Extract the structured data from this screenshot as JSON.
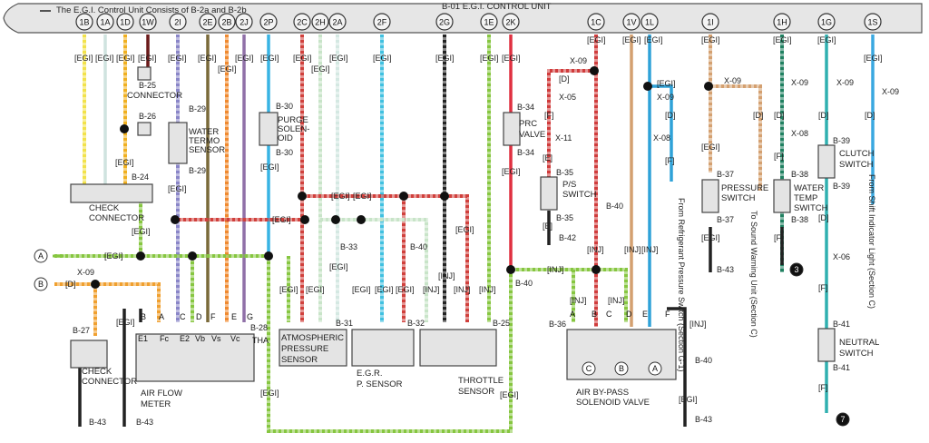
{
  "header": {
    "note": "The E.G.I. Control Unit Consists of  B-2a  and B-2b",
    "title": "B-01 E.G.I. CONTROL UNIT"
  },
  "pins": [
    {
      "id": "1B",
      "color": "#f2e24a",
      "style": "dotted"
    },
    {
      "id": "1A",
      "color": "#cfe3df",
      "style": "solid"
    },
    {
      "id": "1D",
      "color": "#f0b020",
      "style": "dotted"
    },
    {
      "id": "1W",
      "color": "#6b1a1a",
      "style": "solid"
    },
    {
      "id": "2I",
      "color": "#8a86c8",
      "style": "dotted"
    },
    {
      "id": "2E",
      "color": "#7a6a3a",
      "style": "solid"
    },
    {
      "id": "2B",
      "color": "#f08a30",
      "style": "dotted"
    },
    {
      "id": "2J",
      "color": "#9070a8",
      "style": "solid"
    },
    {
      "id": "2P",
      "color": "#38b4e4",
      "style": "solid"
    },
    {
      "id": "2C",
      "color": "#d0403c",
      "style": "dotted"
    },
    {
      "id": "2H",
      "color": "#c8e4c8",
      "style": "dotted"
    },
    {
      "id": "2A",
      "color": "#d4e8e2",
      "style": "dotted"
    },
    {
      "id": "2F",
      "color": "#40c0e0",
      "style": "dotted"
    },
    {
      "id": "2G",
      "color": "#222222",
      "style": "dotted"
    },
    {
      "id": "1E",
      "color": "#86c640",
      "style": "dotted"
    },
    {
      "id": "2K",
      "color": "#e03040",
      "style": "solid"
    },
    {
      "id": "1C",
      "color": "#d03c3c",
      "style": "dotted"
    },
    {
      "id": "1V",
      "color": "#d4a070",
      "style": "solid"
    },
    {
      "id": "1L",
      "color": "#2fa2d8",
      "style": "solid"
    },
    {
      "id": "1I",
      "color": "#d4a070",
      "style": "dotted"
    },
    {
      "id": "1H",
      "color": "#1f8060",
      "style": "dotted"
    },
    {
      "id": "1G",
      "color": "#30b0b0",
      "style": "solid"
    },
    {
      "id": "1S",
      "color": "#3aa8e0",
      "style": "solid"
    }
  ],
  "bus_colors": {
    "egi_green": "#86c640",
    "red": "#d0403c",
    "orange": "#f0a030",
    "ground": "#222222"
  },
  "components": [
    "CHECK",
    "CONNECTOR",
    "WATER",
    "TERMO",
    "SENSOR",
    "PURGE",
    "SOLEN-",
    "OID",
    "PRC",
    "VALVE",
    "P/S",
    "SWITCH",
    "PRESSURE",
    "SWITCH",
    "WATER",
    "TEMP",
    "SWITCH",
    "CLUTCH",
    "SWITCH",
    "NEUTRAL",
    "SWITCH",
    "ATMOSPHERIC",
    "PRESSURE",
    "SENSOR",
    "E.G.R.",
    "P. SENSOR",
    "THROTTLE",
    "SENSOR",
    "AIR BY-PASS",
    "SOLENOID VALVE",
    "AIR FLOW",
    "METER",
    "CHECK",
    "CONNECTOR",
    "CONNECTOR"
  ],
  "notes": [
    "From Refrigerant Pressure Switch (Section G-1)",
    "To Sound Warning Unit (Section C)",
    "From Shift Indicator Light (Section C)"
  ],
  "refs": [
    "A",
    "B",
    "C",
    "B",
    "A",
    "3",
    "7"
  ],
  "pin_letters": [
    "B",
    "A",
    "C",
    "D",
    "F",
    "E",
    "G",
    "E1",
    "Fc",
    "E2",
    "Vb",
    "Vs",
    "Vc",
    "THA",
    "A",
    "B",
    "C",
    "D",
    "E",
    "F"
  ],
  "labels": [
    "[EGI]",
    "[EGI]",
    "[EGI]",
    "[EGI]",
    "[EGI]",
    "[EGI]",
    "[EGI]",
    "[EGI]",
    "[EGI]",
    "[EGI]",
    "[EGI]",
    "[EGI]",
    "[EGI]",
    "[EGI]",
    "[EGI]",
    "[EGI]",
    "[EGI]",
    "[EGI]",
    "[EGI]",
    "[EGI]",
    "[EGI]",
    "[EGI]",
    "[EGI]",
    "B-25",
    "B-26",
    "B-29",
    "B-29",
    "[EGI]",
    "B-24",
    "[EGI]",
    "B-30",
    "B-30",
    "[EGI]",
    "[EGI]",
    "[EGI]",
    "[EGI]",
    "X-09",
    "[D]",
    "[EGI]",
    "B-27",
    "B-43",
    "B-43",
    "B-28",
    "[EGI]",
    "B-33",
    "[EGI]",
    "[EGI]",
    "[EGI]",
    "[EGI]",
    "[EGI]",
    "[EGI]",
    "[INJ]",
    "[INJ]",
    "[INJ]",
    "[INJ]",
    "B-40",
    "[EGI]",
    "[EGI]",
    "B-31",
    "B-32",
    "B-25",
    "[EGI]",
    "[EGI]",
    "B-34",
    "B-34",
    "[EGI]",
    "X-09",
    "[D]",
    "X-05",
    "[F]",
    "X-11",
    "[E]",
    "B-35",
    "B-35",
    "[E]",
    "B-42",
    "B-40",
    "[INJ]",
    "[INJ]",
    "[INJ]",
    "B-40",
    "[INJ]",
    "[INJ]",
    "[INJ]",
    "B-36",
    "[INJ]",
    "B-40",
    "[EGI]",
    "B-43",
    "[EGI]",
    "X-09",
    "[D]",
    "X-08",
    "[F]",
    "X-09",
    "[D]",
    "[EGI]",
    "B-37",
    "B-37",
    "[EGI]",
    "B-43",
    "X-09",
    "[D]",
    "X-08",
    "[F]",
    "B-38",
    "B-38",
    "[F]",
    "X-09",
    "[D]",
    "B-39",
    "B-39",
    "[D]",
    "X-06",
    "[F]",
    "B-41",
    "B-41",
    "[F]",
    "X-09",
    "[D]"
  ]
}
